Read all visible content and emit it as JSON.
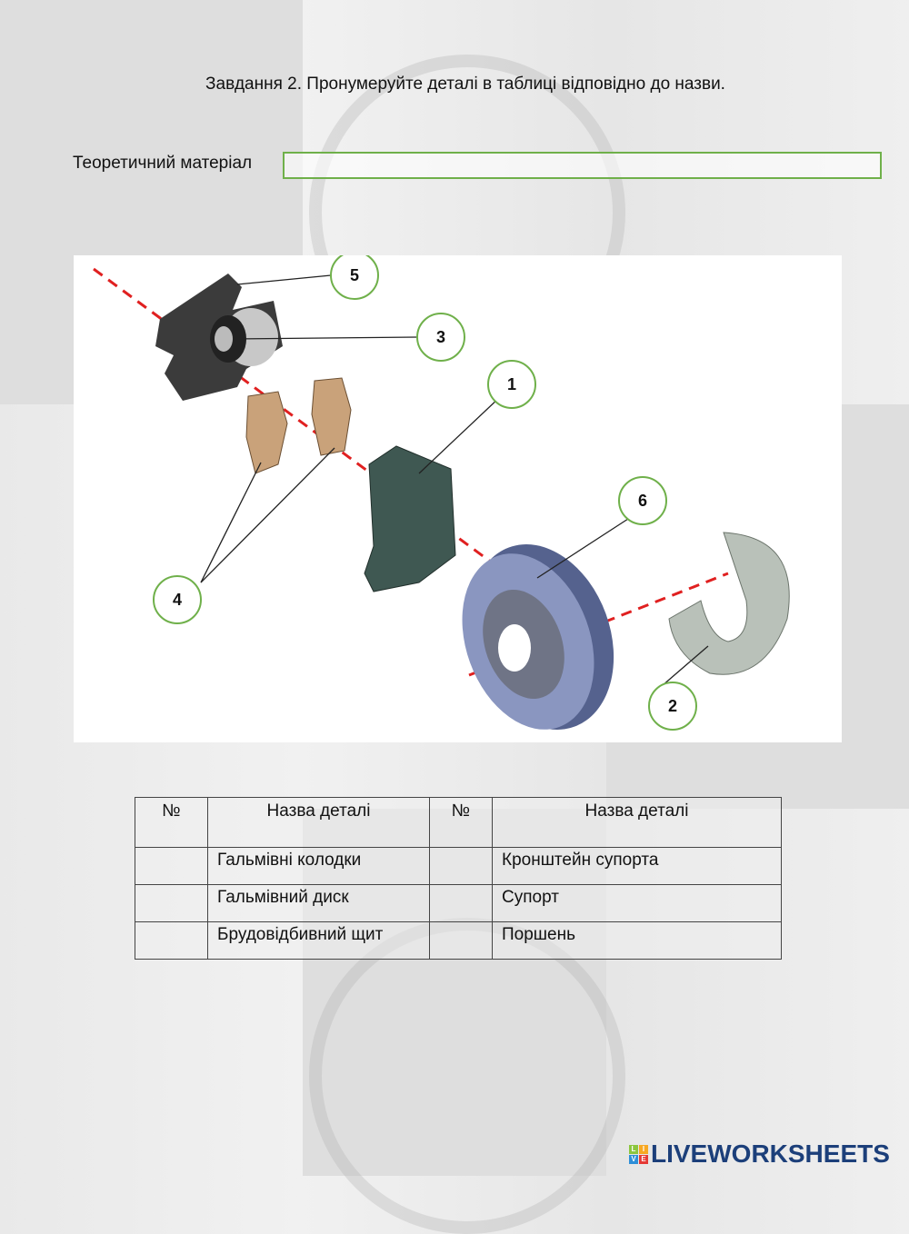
{
  "title": "Завдання 2. Пронумеруйте деталі в таблиці відповідно до назви.",
  "theory": {
    "label": "Теоретичний матеріал",
    "value": ""
  },
  "figure": {
    "callouts": [
      "5",
      "3",
      "1",
      "6",
      "4",
      "2"
    ]
  },
  "table": {
    "headers": [
      "№",
      "Назва деталі",
      "№",
      "Назва деталі"
    ],
    "rows": [
      {
        "left_num": "",
        "left_name": "Гальмівні колодки",
        "right_num": "",
        "right_name": "Кронштейн супорта"
      },
      {
        "left_num": "",
        "left_name": "Гальмівний диск",
        "right_num": "",
        "right_name": "Супорт"
      },
      {
        "left_num": "",
        "left_name": "Брудовідбивний щит",
        "right_num": "",
        "right_name": "Поршень"
      }
    ]
  },
  "logo": {
    "text": "LIVEWORKSHEETS",
    "tiles": [
      "L",
      "I",
      "V",
      "E"
    ],
    "color": "#1c3f7a"
  },
  "colors": {
    "accent_green": "#6fb04a",
    "axis_red": "#e02020"
  }
}
